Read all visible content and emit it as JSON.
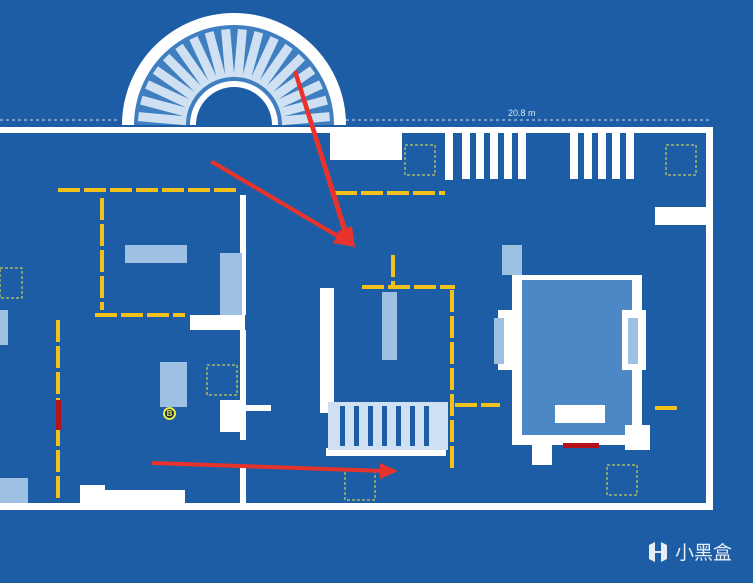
{
  "map": {
    "scale_label": "20.8 m",
    "objective_marker": "B",
    "colors": {
      "background": "#1c5da6",
      "wall": "#ffffff",
      "barricade": "#f2c21b",
      "reinforced": "#b5121b",
      "arrow": "#e8332c",
      "spawn": "#e6e84a"
    }
  },
  "watermark": {
    "text": "小黑盒"
  }
}
